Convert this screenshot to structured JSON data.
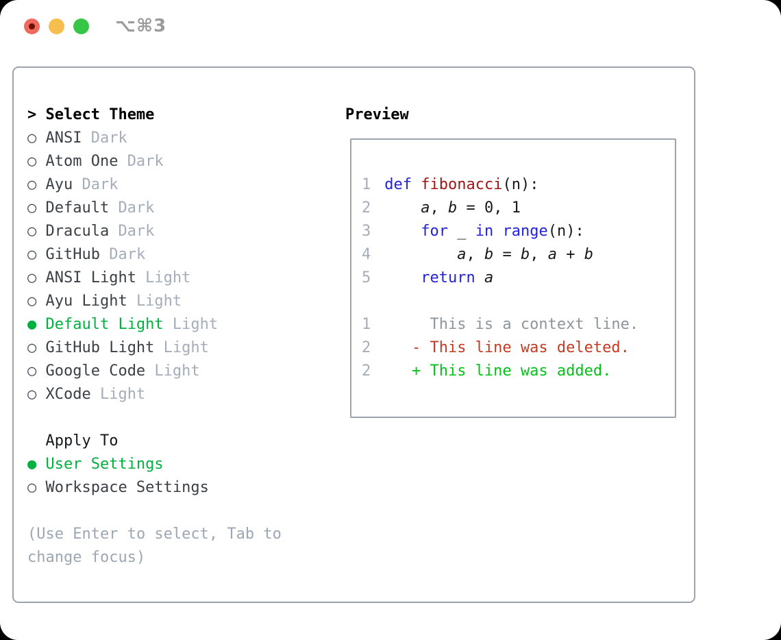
{
  "titlebar": {
    "shortcut": "⌥⌘3",
    "traffic_lights": [
      {
        "name": "close-button",
        "color": "#f0695e",
        "has_dot": true
      },
      {
        "name": "minimize-button",
        "color": "#f6be4f",
        "has_dot": false
      },
      {
        "name": "zoom-button",
        "color": "#37c648",
        "has_dot": false
      }
    ]
  },
  "icons": {
    "radio_selected": "●",
    "radio_unselected": "○",
    "prompt": ">"
  },
  "theme_selector": {
    "title": "Select Theme",
    "items": [
      {
        "name": "ANSI",
        "variant": "Dark",
        "selected": false
      },
      {
        "name": "Atom One",
        "variant": "Dark",
        "selected": false
      },
      {
        "name": "Ayu",
        "variant": "Dark",
        "selected": false
      },
      {
        "name": "Default",
        "variant": "Dark",
        "selected": false
      },
      {
        "name": "Dracula",
        "variant": "Dark",
        "selected": false
      },
      {
        "name": "GitHub",
        "variant": "Dark",
        "selected": false
      },
      {
        "name": "ANSI Light",
        "variant": "Light",
        "selected": false
      },
      {
        "name": "Ayu Light",
        "variant": "Light",
        "selected": false
      },
      {
        "name": "Default Light",
        "variant": "Light",
        "selected": true
      },
      {
        "name": "GitHub Light",
        "variant": "Light",
        "selected": false
      },
      {
        "name": "Google Code",
        "variant": "Light",
        "selected": false
      },
      {
        "name": "XCode",
        "variant": "Light",
        "selected": false
      }
    ]
  },
  "apply_to": {
    "title": "Apply To",
    "options": [
      {
        "label": "User Settings",
        "selected": true
      },
      {
        "label": "Workspace Settings",
        "selected": false
      }
    ]
  },
  "hint": "(Use Enter to select, Tab to change focus)",
  "preview": {
    "title": "Preview",
    "lines": [
      {
        "num": "1",
        "segments": [
          {
            "t": "def",
            "c": "kw"
          },
          {
            "t": " ",
            "c": "pl"
          },
          {
            "t": "fibonacci",
            "c": "fn"
          },
          {
            "t": "(n):",
            "c": "pl"
          }
        ]
      },
      {
        "num": "2",
        "segments": [
          {
            "t": "    ",
            "c": "pl"
          },
          {
            "t": "a",
            "c": "var"
          },
          {
            "t": ", ",
            "c": "pl"
          },
          {
            "t": "b",
            "c": "var"
          },
          {
            "t": " = 0, 1",
            "c": "pl"
          }
        ]
      },
      {
        "num": "3",
        "segments": [
          {
            "t": "    ",
            "c": "pl"
          },
          {
            "t": "for",
            "c": "kw"
          },
          {
            "t": " _ ",
            "c": "pl"
          },
          {
            "t": "in",
            "c": "kw"
          },
          {
            "t": " ",
            "c": "pl"
          },
          {
            "t": "range",
            "c": "kw"
          },
          {
            "t": "(n):",
            "c": "pl"
          }
        ]
      },
      {
        "num": "4",
        "segments": [
          {
            "t": "        ",
            "c": "pl"
          },
          {
            "t": "a",
            "c": "var"
          },
          {
            "t": ", ",
            "c": "pl"
          },
          {
            "t": "b",
            "c": "var"
          },
          {
            "t": " = ",
            "c": "pl"
          },
          {
            "t": "b",
            "c": "var"
          },
          {
            "t": ", ",
            "c": "pl"
          },
          {
            "t": "a",
            "c": "var"
          },
          {
            "t": " + ",
            "c": "pl"
          },
          {
            "t": "b",
            "c": "var"
          }
        ]
      },
      {
        "num": "5",
        "segments": [
          {
            "t": "    ",
            "c": "pl"
          },
          {
            "t": "return",
            "c": "kw"
          },
          {
            "t": " ",
            "c": "pl"
          },
          {
            "t": "a",
            "c": "var"
          }
        ]
      },
      {
        "num": "",
        "segments": []
      },
      {
        "num": "1",
        "segments": [
          {
            "t": "     This is a context line.",
            "c": "ctx"
          }
        ]
      },
      {
        "num": "2",
        "segments": [
          {
            "t": "   - This line was deleted.",
            "c": "del"
          }
        ]
      },
      {
        "num": "2",
        "segments": [
          {
            "t": "   + This line was added.",
            "c": "add"
          }
        ]
      }
    ]
  },
  "colors": {
    "accent_green": "#00b140",
    "added_green": "#00c414",
    "deleted_red": "#c53a22",
    "keyword_blue": "#2222dd",
    "function_red": "#a31515",
    "context_gray": "#8e969d",
    "muted_gray": "#a4adb9",
    "border_gray": "#9ba3ae",
    "traffic_red": "#f0695e",
    "traffic_yellow": "#f6be4f",
    "traffic_green": "#37c648"
  }
}
